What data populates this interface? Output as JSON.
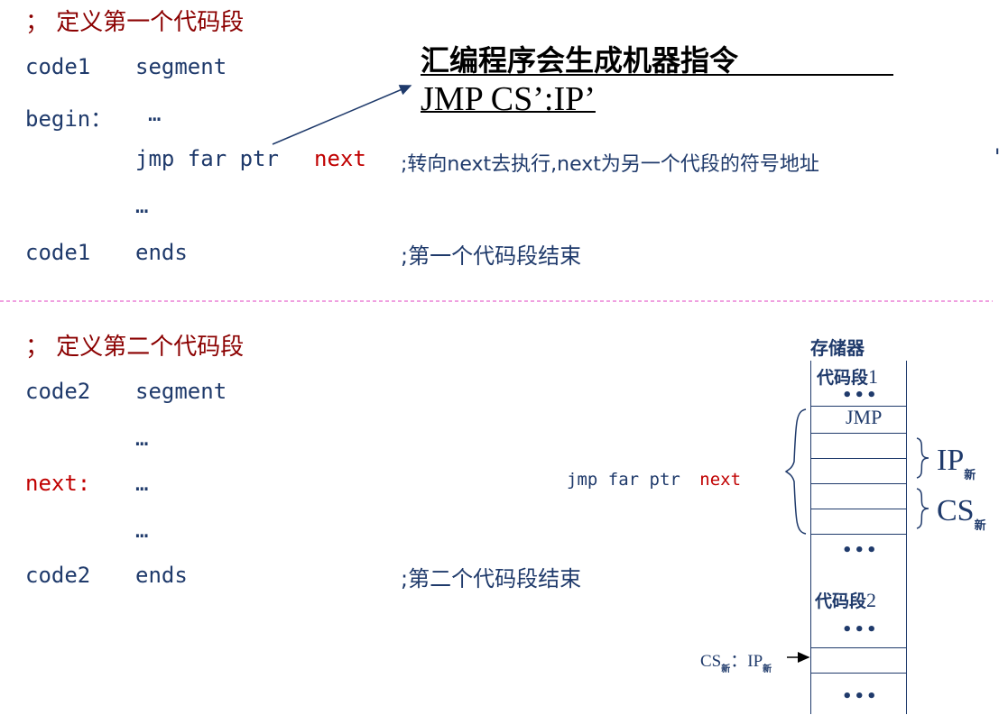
{
  "section1": {
    "comment": "；  定义第一个代码段",
    "line1": {
      "label": "code1",
      "op": "segment"
    },
    "line2": {
      "label": "begin：",
      "op": "…"
    },
    "line3": {
      "instr": "jmp far ptr",
      "target": "next",
      "comment": ";转向next去执行,next为另一个代段的符号地址"
    },
    "line4": {
      "op": "…"
    },
    "line5": {
      "label": "code1",
      "op": "ends",
      "comment": ";第一个代码段结束"
    }
  },
  "annotation": {
    "title": "汇编程序会生成机器指令",
    "instruction": "JMP CS’:IP’",
    "tick": "'"
  },
  "section2": {
    "comment": "；  定义第二个代码段",
    "line1": {
      "label": "code2",
      "op": "segment"
    },
    "line2": {
      "op": "…"
    },
    "line3": {
      "label": "next:",
      "op": "…"
    },
    "line4": {
      "op": "…"
    },
    "line5": {
      "label": "code2",
      "op": "ends",
      "comment": ";第二个代码段结束"
    }
  },
  "memory": {
    "title": "存储器",
    "seg1_label": "代码段",
    "seg1_num": "1",
    "dots": "•••",
    "jmp_cell": "JMP",
    "ip_label": "IP",
    "cs_label": "CS",
    "new_sub": "新",
    "seg2_label": "代码段",
    "seg2_num": "2",
    "instr_instr": "jmp far ptr",
    "instr_target": "next",
    "pointer_cs": "CS",
    "pointer_colon": "：",
    "pointer_ip": "IP"
  },
  "colors": {
    "code": "#1f3a6b",
    "keyword_red": "#c00000",
    "comment_red": "#8b0000",
    "divider": "#e040c0"
  }
}
